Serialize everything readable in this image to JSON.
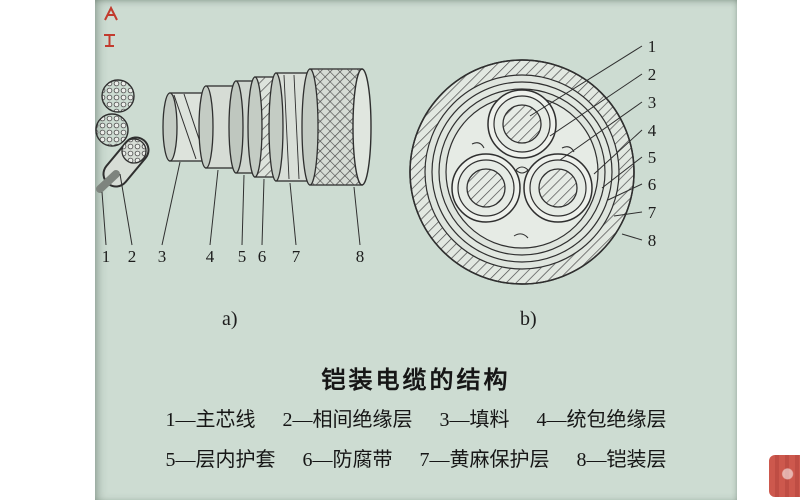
{
  "fig": {
    "label_a": "a)",
    "label_b": "b)",
    "numbers": [
      "1",
      "2",
      "3",
      "4",
      "5",
      "6",
      "7",
      "8"
    ],
    "title": "铠装电缆的结构",
    "legend_row1": [
      "1—主芯线",
      "2—相间绝缘层",
      "3—填料",
      "4—统包绝缘层"
    ],
    "legend_row2": [
      "5—层内护套",
      "6—防腐带",
      "7—黄麻保护层",
      "8—铠装层"
    ]
  },
  "colors": {
    "paper": "#ffffff",
    "scan_background": "#cddcd2",
    "line_ink": "#2f2f2f",
    "red_stamp": "#c23b2e"
  }
}
